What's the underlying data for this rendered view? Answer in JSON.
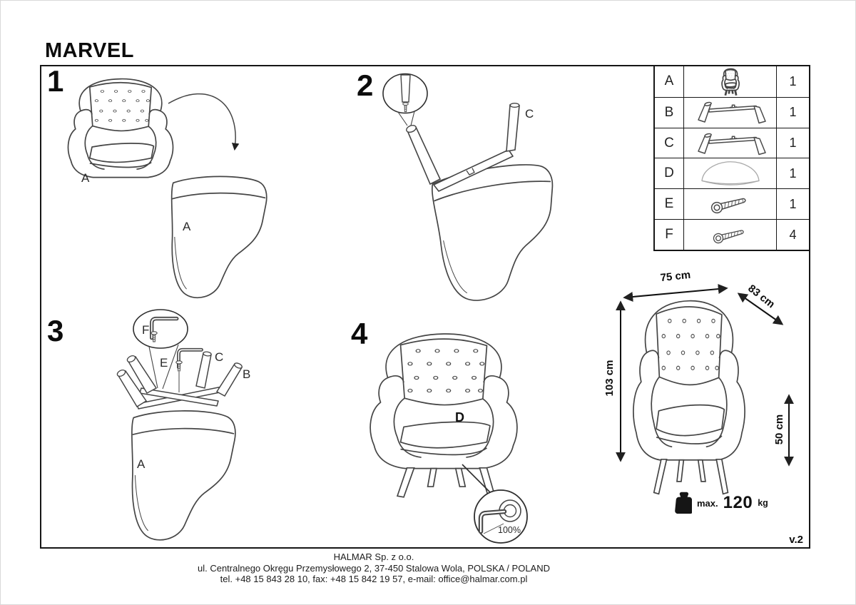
{
  "title": "MARVEL",
  "version": "v.2",
  "steps": [
    {
      "number": "1",
      "labels": {
        "chair": "A",
        "shell": "A"
      }
    },
    {
      "number": "2",
      "labels": {
        "leg": "C"
      }
    },
    {
      "number": "3",
      "labels": {
        "tool_f": "F",
        "tool_e": "E",
        "leg_c": "C",
        "leg_b": "B",
        "shell": "A"
      }
    },
    {
      "number": "4",
      "labels": {
        "cushion": "D",
        "tightness": "100%"
      }
    }
  ],
  "parts_table": {
    "rows": [
      {
        "letter": "A",
        "icon": "armchair-icon",
        "qty": "1"
      },
      {
        "letter": "B",
        "icon": "leg-frame-icon",
        "qty": "1"
      },
      {
        "letter": "C",
        "icon": "leg-frame-icon",
        "qty": "1"
      },
      {
        "letter": "D",
        "icon": "seat-cushion-icon",
        "qty": "1"
      },
      {
        "letter": "E",
        "icon": "bolt-icon",
        "qty": "1"
      },
      {
        "letter": "F",
        "icon": "bolt-icon",
        "qty": "4"
      }
    ]
  },
  "dimensions": {
    "width": "75 cm",
    "depth": "83 cm",
    "height": "103 cm",
    "seat_height": "50 cm"
  },
  "weight_limit": {
    "prefix": "max.",
    "value": "120",
    "unit": "kg"
  },
  "footer": {
    "company": "HALMAR Sp. z o.o.",
    "address": "ul. Centralnego Okręgu Przemysłowego 2, 37-450 Stalowa Wola, POLSKA / POLAND",
    "contact": "tel. +48 15 843 28 10, fax: +48 15 842 19 57, e-mail: office@halmar.com.pl"
  }
}
